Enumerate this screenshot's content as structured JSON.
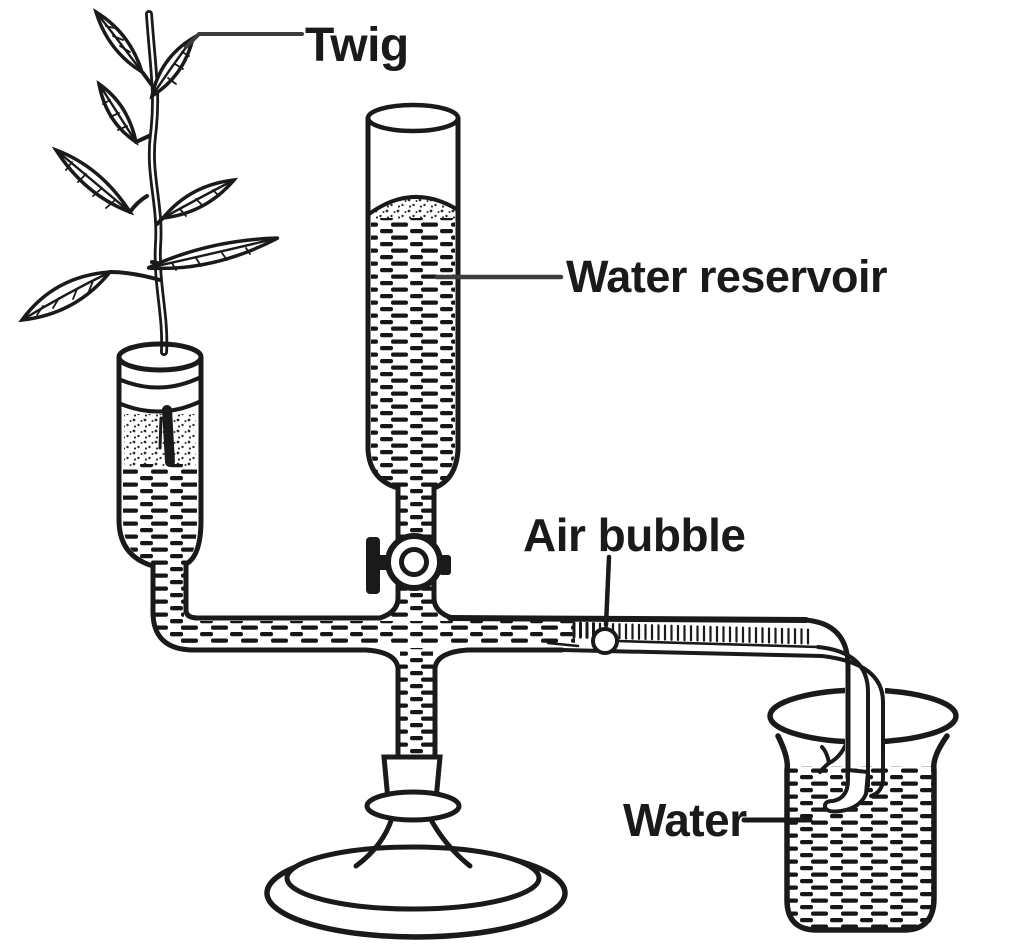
{
  "diagram": {
    "labels": {
      "twig": "Twig",
      "water_reservoir": "Water reservoir",
      "air_bubble": "Air bubble",
      "water": "Water"
    },
    "colors": {
      "ink": "#1a1a1a",
      "leader_line": "#3d3d3d",
      "background": "#ffffff"
    }
  }
}
